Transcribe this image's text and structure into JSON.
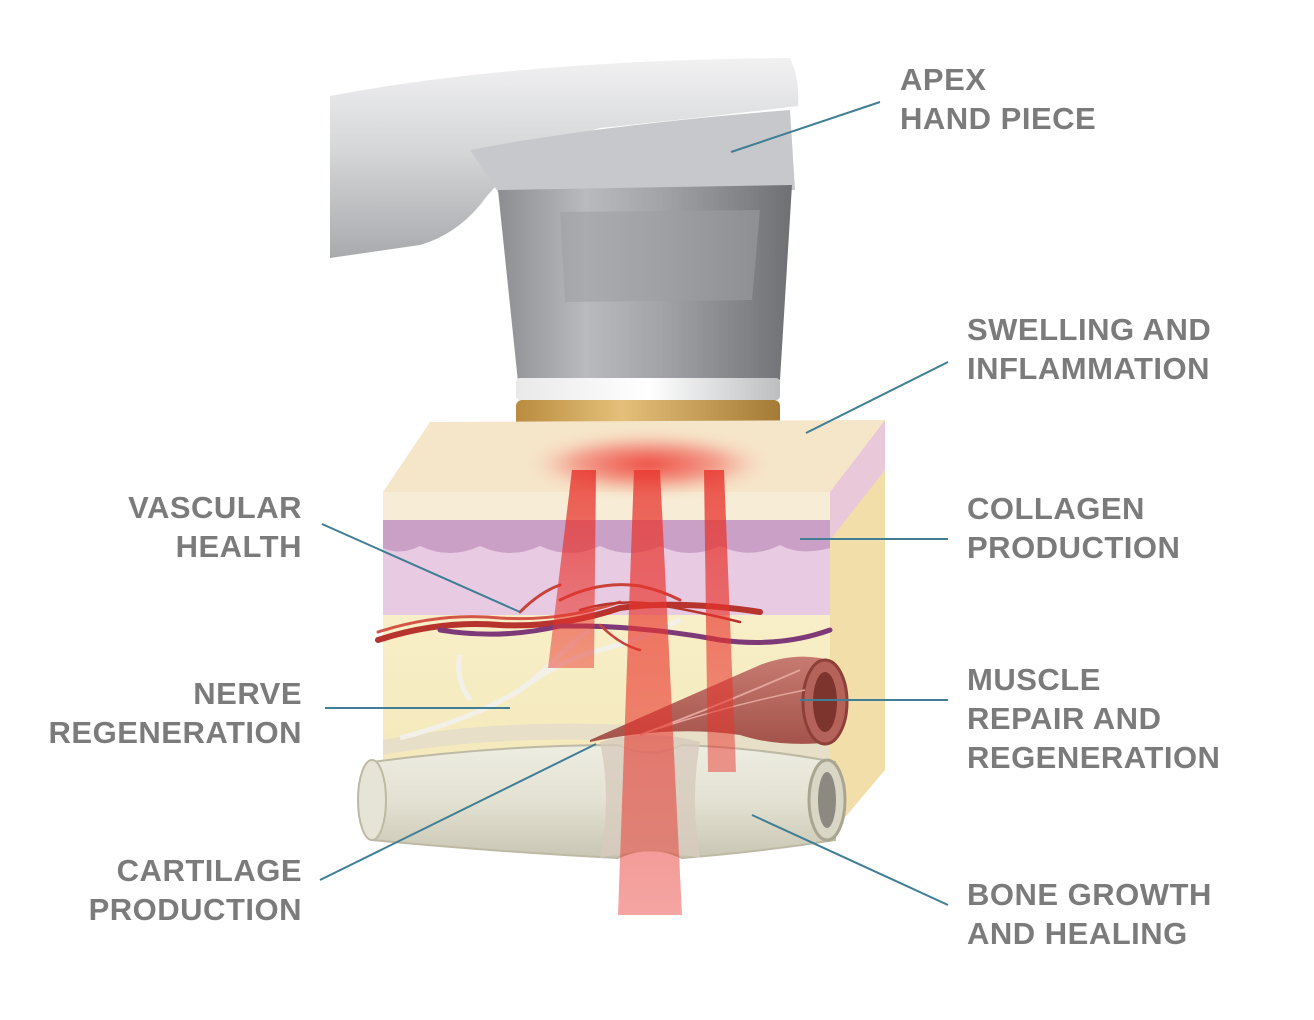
{
  "labels": {
    "hand_piece": [
      "APEX",
      "HAND PIECE"
    ],
    "swelling": [
      "SWELLING AND",
      "INFLAMMATION"
    ],
    "collagen": [
      "COLLAGEN",
      "PRODUCTION"
    ],
    "muscle": [
      "MUSCLE",
      "REPAIR AND",
      "REGENERATION"
    ],
    "bone": [
      "BONE GROWTH",
      "AND HEALING"
    ],
    "vascular": [
      "VASCULAR",
      "HEALTH"
    ],
    "nerve": [
      "NERVE",
      "REGENERATION"
    ],
    "cartilage": [
      "CARTILAGE",
      "PRODUCTION"
    ]
  },
  "colors": {
    "label_text": "#7b7b7b",
    "leader_line": "#3f7e95",
    "laser_red": "#e8332c",
    "handpiece_gray": "#9a9b9f",
    "gold_ring": "#c99d4e"
  }
}
